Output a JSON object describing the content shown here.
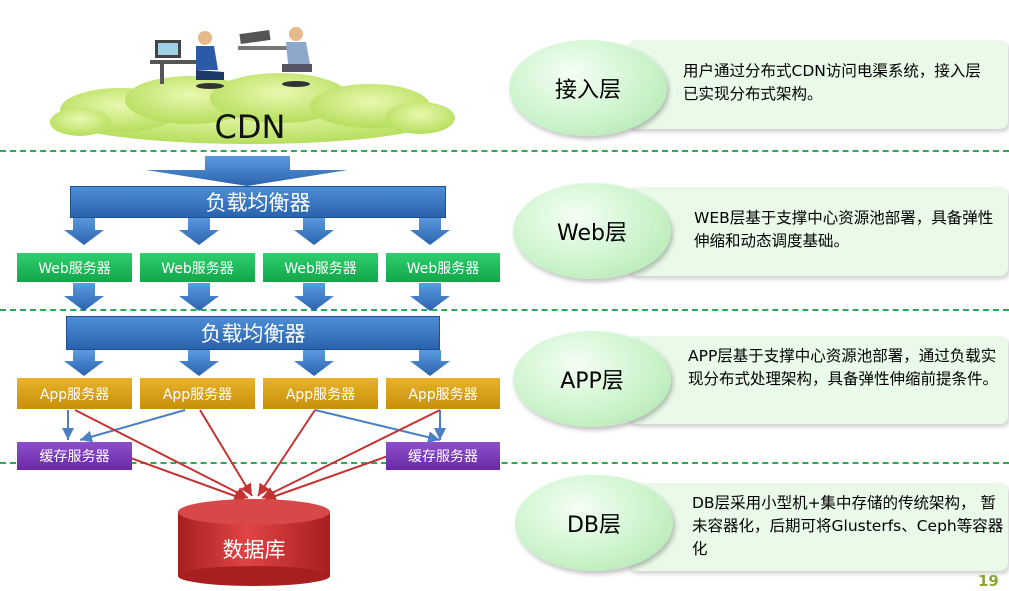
{
  "cdn": "CDN",
  "load_balancer_1": "负载均衡器",
  "load_balancer_2": "负载均衡器",
  "web_servers": [
    "Web服务器",
    "Web服务器",
    "Web服务器",
    "Web服务器"
  ],
  "app_servers": [
    "App服务器",
    "App服务器",
    "App服务器",
    "App服务器"
  ],
  "cache_servers": [
    "缓存服务器",
    "缓存服务器"
  ],
  "database": "数据库",
  "layers": [
    {
      "name": "接入层",
      "description": "用户通过分布式CDN访问电渠系统，接入层已实现分布式架构。"
    },
    {
      "name": "Web层",
      "description": "WEB层基于支撑中心资源池部署，具备弹性伸缩和动态调度基础。"
    },
    {
      "name": "APP层",
      "description": "APP层基于支撑中心资源池部署，通过负载实现分布式处理架构，具备弹性伸缩前提条件。"
    },
    {
      "name": "DB层",
      "description": "DB层采用小型机+集中存储的传统架构， 暂未容器化，后期可将Glusterfs、Ceph等容器化"
    }
  ],
  "page_number": "19",
  "colors": {
    "load_balancer": "#2a63ad",
    "web": "#12a64a",
    "app": "#c9900a",
    "cache": "#6a2aa6",
    "database": "#cc3333",
    "divider": "#2aaa55",
    "panel": "#e9fae9"
  }
}
